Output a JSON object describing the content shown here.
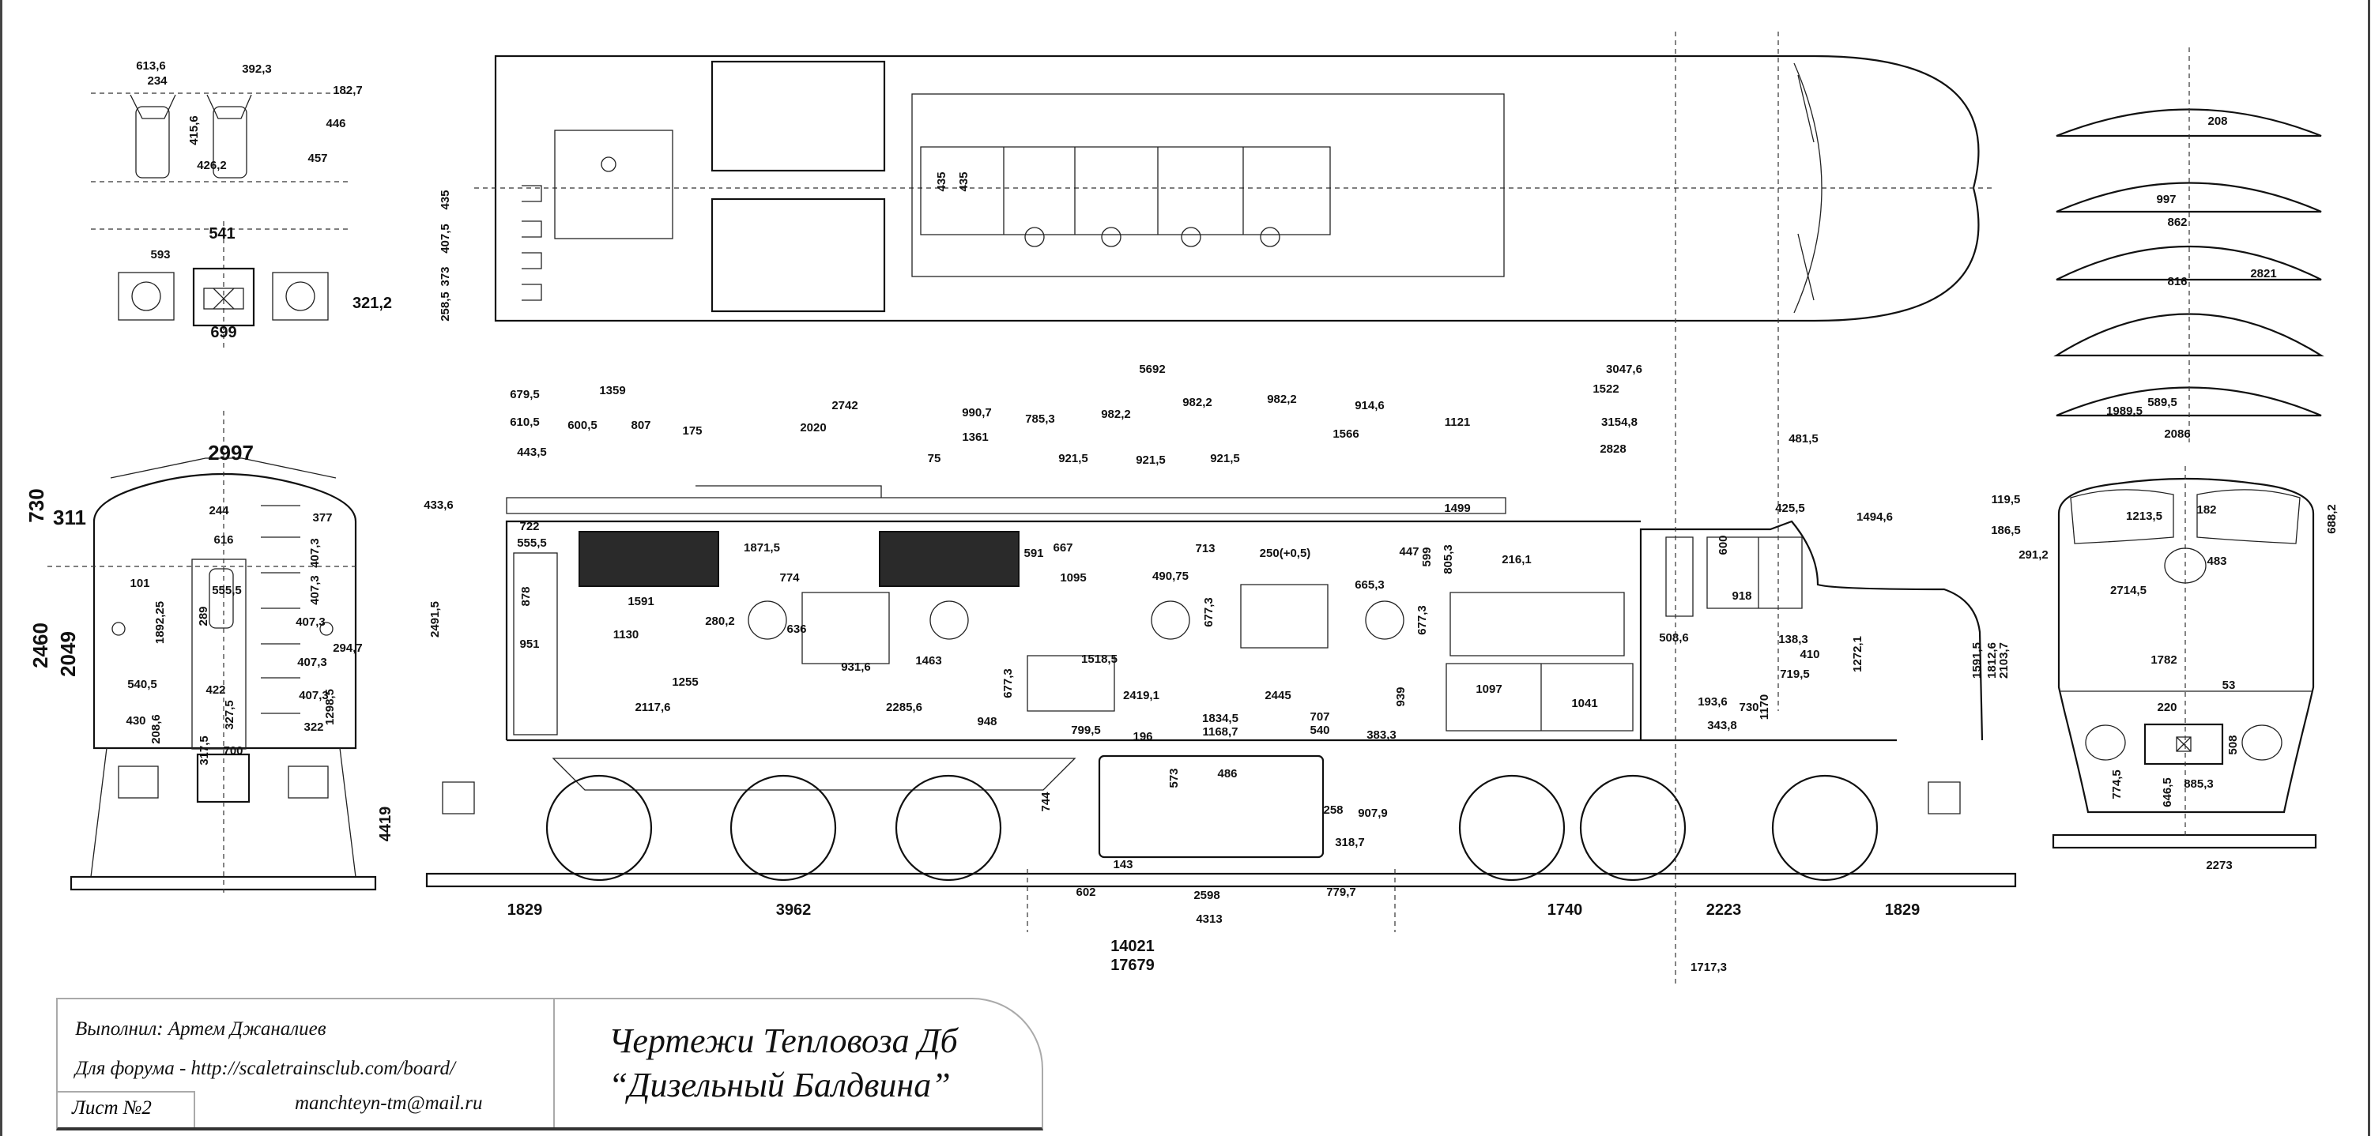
{
  "title_block": {
    "author": "Выполнил: Артем Джаналиев",
    "forum": "Для форума - http://scaletrainsclub.com/board/",
    "email": "manchteyn-tm@mail.ru",
    "sheet": "Лист №2",
    "title_line1": "Чертежи Тепловоза Дб",
    "title_line2": "“Дизельный Балдвина”"
  },
  "seat_view": [
    "613,6",
    "234",
    "392,3",
    "182,7",
    "446",
    "415,6",
    "457",
    "426,2"
  ],
  "coupler_view": [
    "541",
    "593",
    "321,2",
    "699"
  ],
  "plan_view": [
    "435",
    "407,5",
    "373",
    "258,5",
    "435",
    "435"
  ],
  "front_view": [
    "2997",
    "730",
    "311",
    "244",
    "377",
    "616",
    "101",
    "555,5",
    "289",
    "1892,25",
    "2460",
    "2049",
    "407,3",
    "407,3",
    "407,3",
    "407,3",
    "407,3",
    "294,7",
    "540,5",
    "422",
    "327,5",
    "1298,5",
    "430",
    "208,6",
    "322",
    "317,5",
    "700"
  ],
  "rear_view": [
    "119,5",
    "186,5",
    "291,2",
    "1213,5",
    "182",
    "688,2",
    "483",
    "2714,5",
    "1782",
    "53",
    "220",
    "508",
    "774,5",
    "646,5",
    "885,3",
    "2273"
  ],
  "roof_profiles": [
    "208",
    "997",
    "862",
    "2821",
    "816",
    "589,5",
    "2086"
  ],
  "side_view": [
    "5692",
    "3047,6",
    "1359",
    "679,5",
    "2742",
    "990,7",
    "785,3",
    "982,2",
    "982,2",
    "982,2",
    "914,6",
    "1522",
    "610,5",
    "600,5",
    "807",
    "175",
    "2020",
    "1121",
    "3154,8",
    "1989,5",
    "1361",
    "1566",
    "2828",
    "481,5",
    "443,5",
    "75",
    "921,5",
    "921,5",
    "921,5",
    "425,5",
    "1499",
    "1494,6",
    "433,6",
    "722",
    "555,5",
    "1871,5",
    "667",
    "591",
    "713",
    "447",
    "599",
    "805,3",
    "600",
    "250(+0,5)",
    "774",
    "1095",
    "490,75",
    "665,3",
    "216,1",
    "1591",
    "918",
    "878",
    "2491,5",
    "677,3",
    "677,3",
    "280,2",
    "636",
    "1130",
    "1272,1",
    "1591,5",
    "1812,6",
    "2103,7",
    "951",
    "508,6",
    "138,3",
    "410",
    "931,6",
    "1463",
    "1518,5",
    "719,5",
    "1255",
    "677,3",
    "2419,1",
    "2445",
    "1097",
    "1041",
    "1170",
    "939",
    "730",
    "193,6",
    "2117,6",
    "2285,6",
    "948",
    "707",
    "1834,5",
    "540",
    "383,3",
    "799,5",
    "196",
    "1168,7",
    "343,8",
    "573",
    "486",
    "744",
    "258",
    "907,9",
    "318,7",
    "143",
    "602",
    "2598",
    "779,7",
    "4313",
    "4419",
    "1829",
    "3962",
    "1740",
    "2223",
    "1829",
    "14021",
    "17679",
    "1717,3"
  ]
}
